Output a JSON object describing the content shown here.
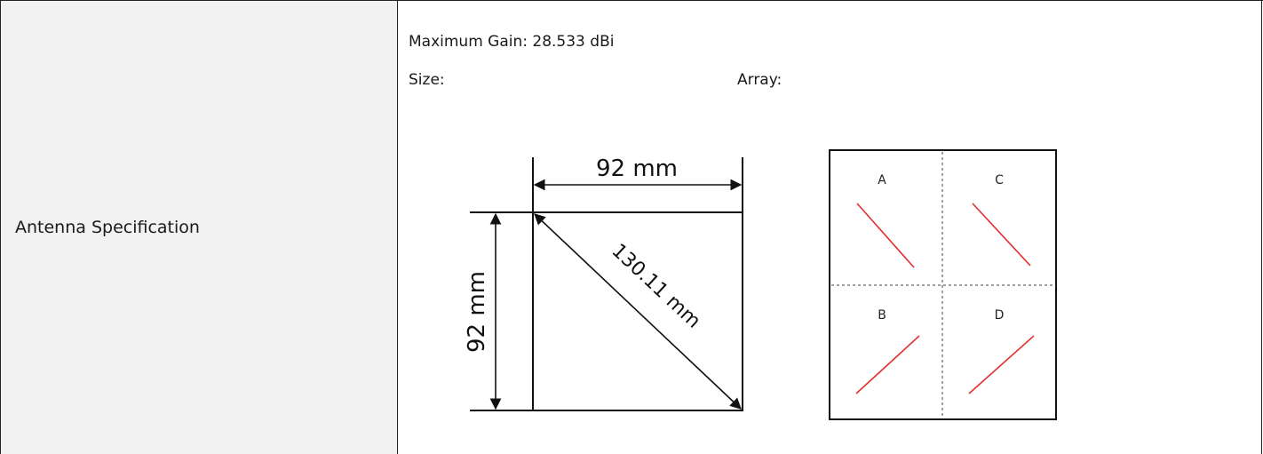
{
  "row": {
    "label": "Antenna Specification",
    "max_gain_label": "Maximum Gain:",
    "max_gain_value": "28.533 dBi",
    "size_label": "Size:",
    "array_label": "Array:"
  },
  "size_diagram": {
    "width_text": "92 mm",
    "height_text": "92 mm",
    "diagonal_text": "130.11 mm"
  },
  "array_diagram": {
    "cells": [
      "A",
      "C",
      "B",
      "D"
    ],
    "element_color": "#e03030"
  }
}
